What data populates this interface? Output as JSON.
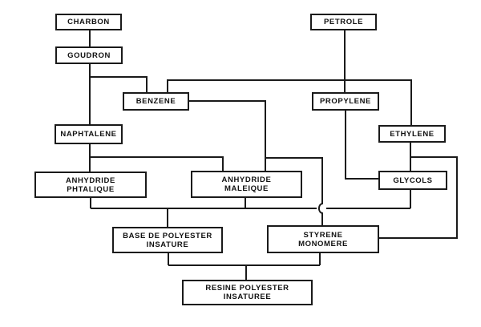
{
  "figure": {
    "type": "flowchart",
    "language": "fr",
    "description_visible_text_only": true
  },
  "colors": {
    "background": "#ffffff",
    "line": "#1a1a1a",
    "box_border": "#1a1a1a",
    "box_fill": "#ffffff",
    "text": "#111111"
  },
  "nodes": {
    "charbon": {
      "label": "CHARBON"
    },
    "goudron": {
      "label": "GOUDRON"
    },
    "petrole": {
      "label": "PETROLE"
    },
    "benzene": {
      "label": "BENZENE"
    },
    "propylene": {
      "label": "PROPYLENE"
    },
    "naphtalene": {
      "label": "NAPHTALENE"
    },
    "ethylene": {
      "label": "ETHYLENE"
    },
    "anhydride_phtalique": {
      "line1": "ANHYDRIDE",
      "line2": "PHTALIQUE"
    },
    "anhydride_maleique": {
      "line1": "ANHYDRIDE",
      "line2": "MALEIQUE"
    },
    "glycols": {
      "label": "GLYCOLS"
    },
    "base_polyester": {
      "line1": "BASE DE POLYESTER",
      "line2": "INSATURE"
    },
    "styrene_monomere": {
      "line1": "STYRENE",
      "line2": "MONOMERE"
    },
    "resine_polyester": {
      "line1": "RESINE POLYESTER",
      "line2": "INSATUREE"
    }
  },
  "edges": [
    {
      "from": "charbon",
      "to": "goudron"
    },
    {
      "from": "goudron",
      "to": "naphtalene"
    },
    {
      "from": "goudron",
      "to": "benzene"
    },
    {
      "from": "petrole",
      "to": "benzene"
    },
    {
      "from": "petrole",
      "to": "propylene"
    },
    {
      "from": "petrole",
      "to": "ethylene"
    },
    {
      "from": "naphtalene",
      "to": "anhydride_phtalique"
    },
    {
      "from": "naphtalene",
      "to": "anhydride_maleique"
    },
    {
      "from": "benzene",
      "to": "anhydride_maleique"
    },
    {
      "from": "benzene",
      "to": "styrene_monomere",
      "note": "crosses collector line with hop (no junction)"
    },
    {
      "from": "propylene",
      "to": "glycols"
    },
    {
      "from": "ethylene",
      "to": "glycols"
    },
    {
      "from": "ethylene",
      "to": "styrene_monomere"
    },
    {
      "from": "anhydride_phtalique",
      "to": "base_polyester"
    },
    {
      "from": "anhydride_maleique",
      "to": "base_polyester"
    },
    {
      "from": "glycols",
      "to": "base_polyester"
    },
    {
      "from": "base_polyester",
      "to": "resine_polyester"
    },
    {
      "from": "styrene_monomere",
      "to": "resine_polyester"
    }
  ]
}
